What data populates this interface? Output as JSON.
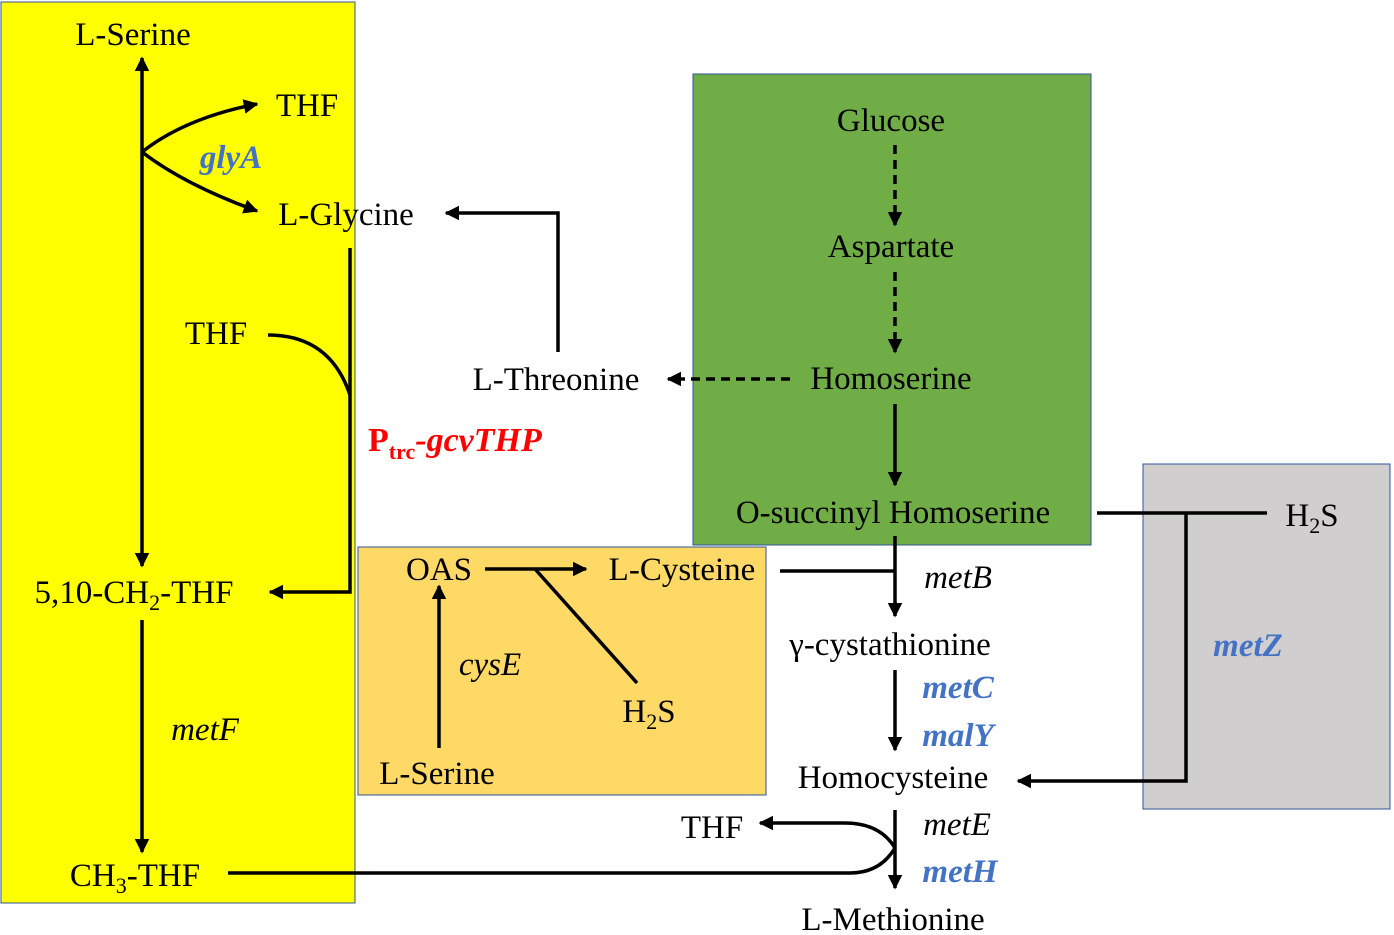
{
  "colors": {
    "yellow_box": "#ffff00",
    "green_box": "#70ad47",
    "orange_box": "#ffd966",
    "gray_box": "#d0cece",
    "blue_text": "#4472c4",
    "red_text": "#ff0000",
    "box_border": "#2f5597"
  },
  "labels": {
    "l_serine_top": "L-Serine",
    "thf_top": "THF",
    "l_glycine": "L-Glycine",
    "thf_mid": "THF",
    "ch2_thf_pre": "5,10-CH",
    "ch2_thf_sub": "2",
    "ch2_thf_post": "-THF",
    "ch3_thf_pre": "CH",
    "ch3_thf_sub": "3",
    "ch3_thf_post": "-THF",
    "glucose": "Glucose",
    "aspartate": "Aspartate",
    "homoserine": "Homoserine",
    "o_succinyl": "O-succinyl Homoserine",
    "l_threonine": "L-Threonine",
    "h2s_right_pre": "H",
    "h2s_right_sub": "2",
    "h2s_right_post": "S",
    "oas": "OAS",
    "l_cysteine": "L-Cysteine",
    "h2s_mid_pre": "H",
    "h2s_mid_sub": "2",
    "h2s_mid_post": "S",
    "l_serine_bottom": "L-Serine",
    "cystathionine": "γ-cystathionine",
    "homocysteine": "Homocysteine",
    "thf_bottom": "THF",
    "l_methionine": "L-Methionine"
  },
  "genes": {
    "glyA": "glyA",
    "metF": "metF",
    "cysE": "cysE",
    "metB": "metB",
    "metC": "metC",
    "malY": "malY",
    "metE": "metE",
    "metH": "metH",
    "metZ": "metZ",
    "ptrc_pre": "P",
    "ptrc_sub": "trc",
    "ptrc_post": "-gcvTHP"
  }
}
